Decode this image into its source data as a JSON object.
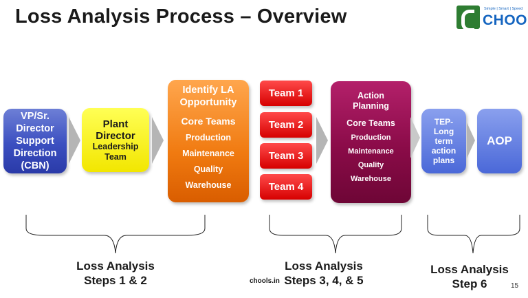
{
  "title": "Loss Analysis Process – Overview",
  "logo": {
    "tagline": "Simple | Smart | Speed",
    "wordmark": "CHOOLS"
  },
  "boxes": {
    "vp": {
      "lines": [
        "VP/Sr.",
        "Director",
        "Support",
        "Direction",
        "(CBN)"
      ]
    },
    "plant": {
      "line1": "Plant",
      "line2": "Director",
      "line3": "Leadership",
      "line4": "Team"
    },
    "identify": {
      "heading1": "Identify LA",
      "heading2": "Opportunity",
      "core": "Core Teams",
      "items": [
        "Production",
        "Maintenance",
        "Quality",
        "Warehouse"
      ]
    },
    "teams": [
      "Team 1",
      "Team 2",
      "Team 3",
      "Team 4"
    ],
    "action": {
      "heading1": "Action",
      "heading2": "Planning",
      "core": "Core Teams",
      "items": [
        "Production",
        "Maintenance",
        "Quality",
        "Warehouse"
      ]
    },
    "tep": {
      "lines": [
        "TEP-",
        "Long",
        "term",
        "action",
        "plans"
      ]
    },
    "aop": {
      "label": "AOP"
    }
  },
  "steps": {
    "s12": {
      "line1": "Loss Analysis",
      "line2": "Steps 1 & 2"
    },
    "s345": {
      "line1": "Loss Analysis",
      "line2": "Steps 3, 4, & 5"
    },
    "s6": {
      "line1": "Loss Analysis",
      "line2": "Step 6"
    }
  },
  "footer_site": "chools.in",
  "page_number": "15"
}
